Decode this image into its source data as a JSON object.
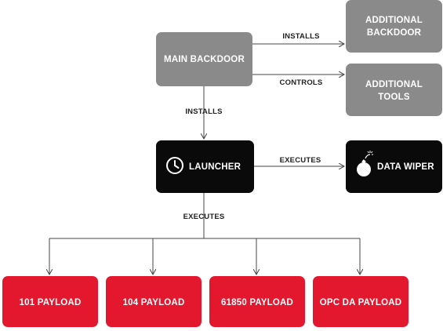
{
  "colors": {
    "gray": "#8a8a8a",
    "black": "#0a0a0a",
    "red": "#e3172d",
    "line": "#444444",
    "label": "#222222"
  },
  "nodes": {
    "main_backdoor": {
      "label": "MAIN BACKDOOR"
    },
    "additional_backdoor": {
      "line1": "ADDITIONAL",
      "line2": "BACKDOOR"
    },
    "additional_tools": {
      "line1": "ADDITIONAL",
      "line2": "TOOLS"
    },
    "launcher": {
      "label": "LAUNCHER",
      "icon": "clock-icon"
    },
    "data_wiper": {
      "label": "DATA WIPER",
      "icon": "bomb-icon"
    },
    "payloads": [
      {
        "label": "101 PAYLOAD"
      },
      {
        "label": "104 PAYLOAD"
      },
      {
        "label": "61850 PAYLOAD"
      },
      {
        "label": "OPC DA PAYLOAD"
      }
    ]
  },
  "edges": {
    "installs_backdoor": "INSTALLS",
    "controls_tools": "CONTROLS",
    "installs_launcher": "INSTALLS",
    "executes_wiper": "EXECUTES",
    "executes_payloads": "EXECUTES"
  }
}
